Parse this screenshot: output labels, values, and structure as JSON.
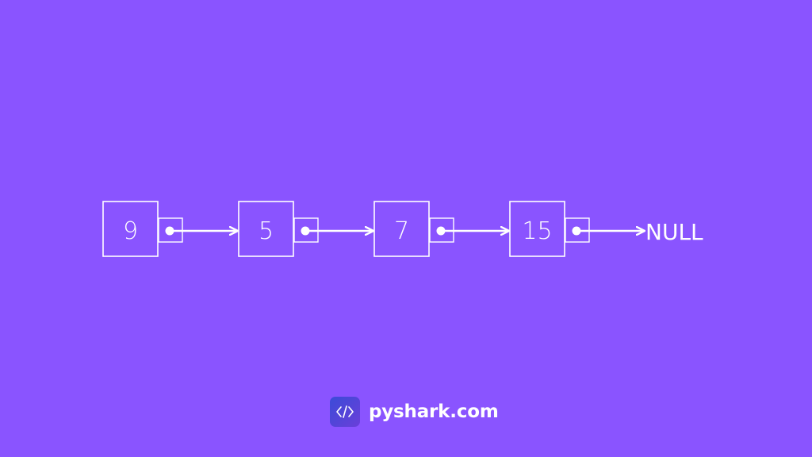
{
  "diagram": {
    "type": "singly-linked-list",
    "nodes": [
      {
        "value": "9"
      },
      {
        "value": "5"
      },
      {
        "value": "7"
      },
      {
        "value": "15"
      }
    ],
    "terminal": "NULL"
  },
  "logo": {
    "text": "pyshark.com",
    "icon": "code-brackets-icon"
  },
  "colors": {
    "background": "#8a54ff",
    "stroke": "#ffffff",
    "logo_badge_start": "#3b4bd8",
    "logo_badge_end": "#6a3fd9"
  }
}
